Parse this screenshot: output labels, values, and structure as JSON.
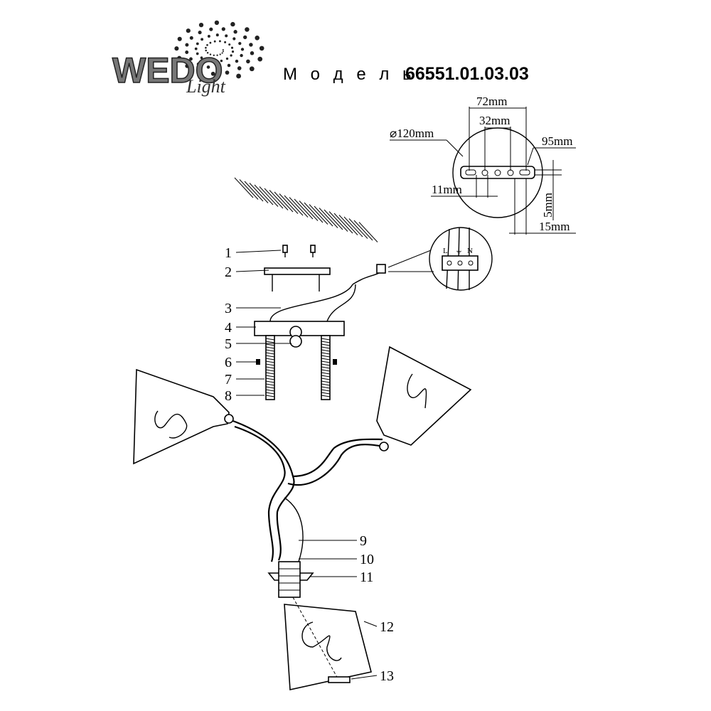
{
  "brand": {
    "logo_main": "WEDO",
    "logo_sub": "Light"
  },
  "model": {
    "label": "М о д е л ь :",
    "number": "66551.01.03.03"
  },
  "dimensions": {
    "d120": "⌀120mm",
    "w72": "72mm",
    "w32": "32mm",
    "w95": "95mm",
    "h11": "11mm",
    "h5": "5mm",
    "h15": "15mm"
  },
  "terminal": {
    "l": "L",
    "earth": "⏚",
    "n": "N"
  },
  "parts": [
    "1",
    "2",
    "3",
    "4",
    "5",
    "6",
    "7",
    "8",
    "9",
    "10",
    "11",
    "12",
    "13"
  ]
}
